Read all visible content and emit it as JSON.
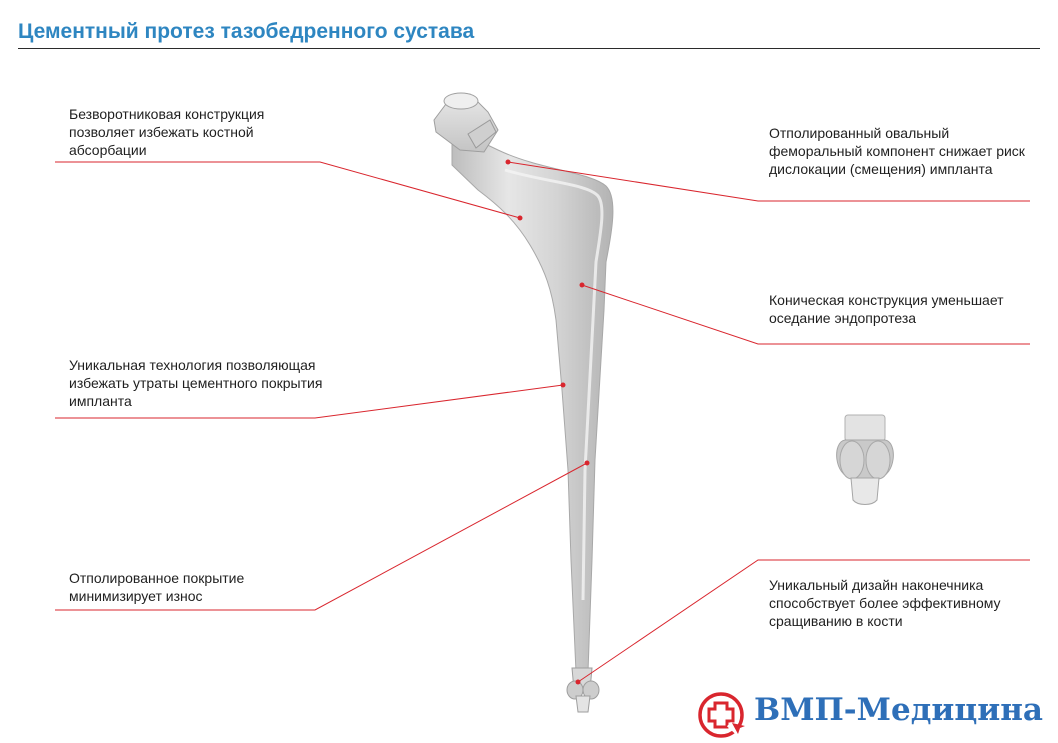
{
  "title": "Цементный протез тазобедренного сустава",
  "accent_color": "#2e86c1",
  "callout_color": "#d9262e",
  "callouts": [
    {
      "text": "Безворотниковая конструкция позволяет избежать костной абсорбации"
    },
    {
      "text": "Уникальная технология позволяющая избежать утраты цементного покрытия импланта"
    },
    {
      "text": "Отполированное покрытие минимизирует износ"
    },
    {
      "text": "Отполированный овальный феморальный компонент снижает риск дислокации (смещения) импланта"
    },
    {
      "text": "Коническая конструкция уменьшает оседание эндопротеза"
    },
    {
      "text": "Уникальный дизайн наконечника способствует более эффективному сращиванию в кости"
    }
  ],
  "brand": {
    "name": "ВМП-Медицина",
    "color": "#2e6fb8",
    "logo_icon": "medical-cross-icon"
  }
}
